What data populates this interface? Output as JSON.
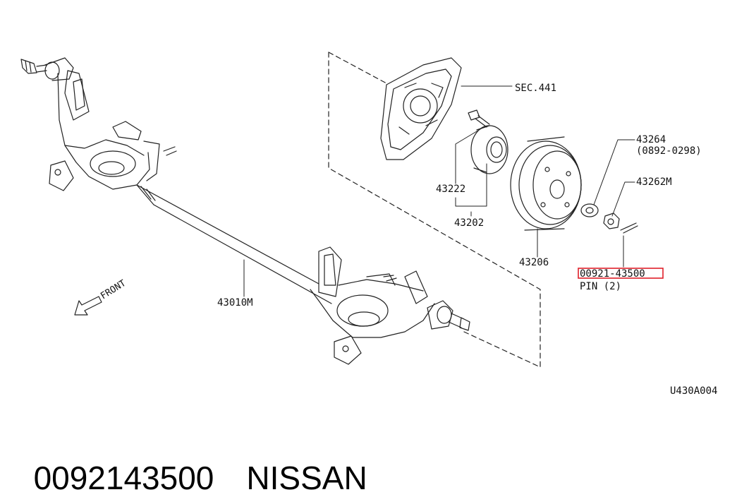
{
  "diagram": {
    "labels": {
      "sec441": "SEC.441",
      "p43264": "43264",
      "p43264_range": "(0892-0298)",
      "p43262m": "43262M",
      "p43222": "43222",
      "p43202": "43202",
      "p43206": "43206",
      "p00921": "00921-43500",
      "pin": "PIN (2)",
      "p43010m": "43010M",
      "front": "FRONT",
      "code": "U430A004"
    },
    "highlight_color": "#e0202a"
  },
  "caption": {
    "part_number": "0092143500",
    "brand": "NISSAN"
  }
}
